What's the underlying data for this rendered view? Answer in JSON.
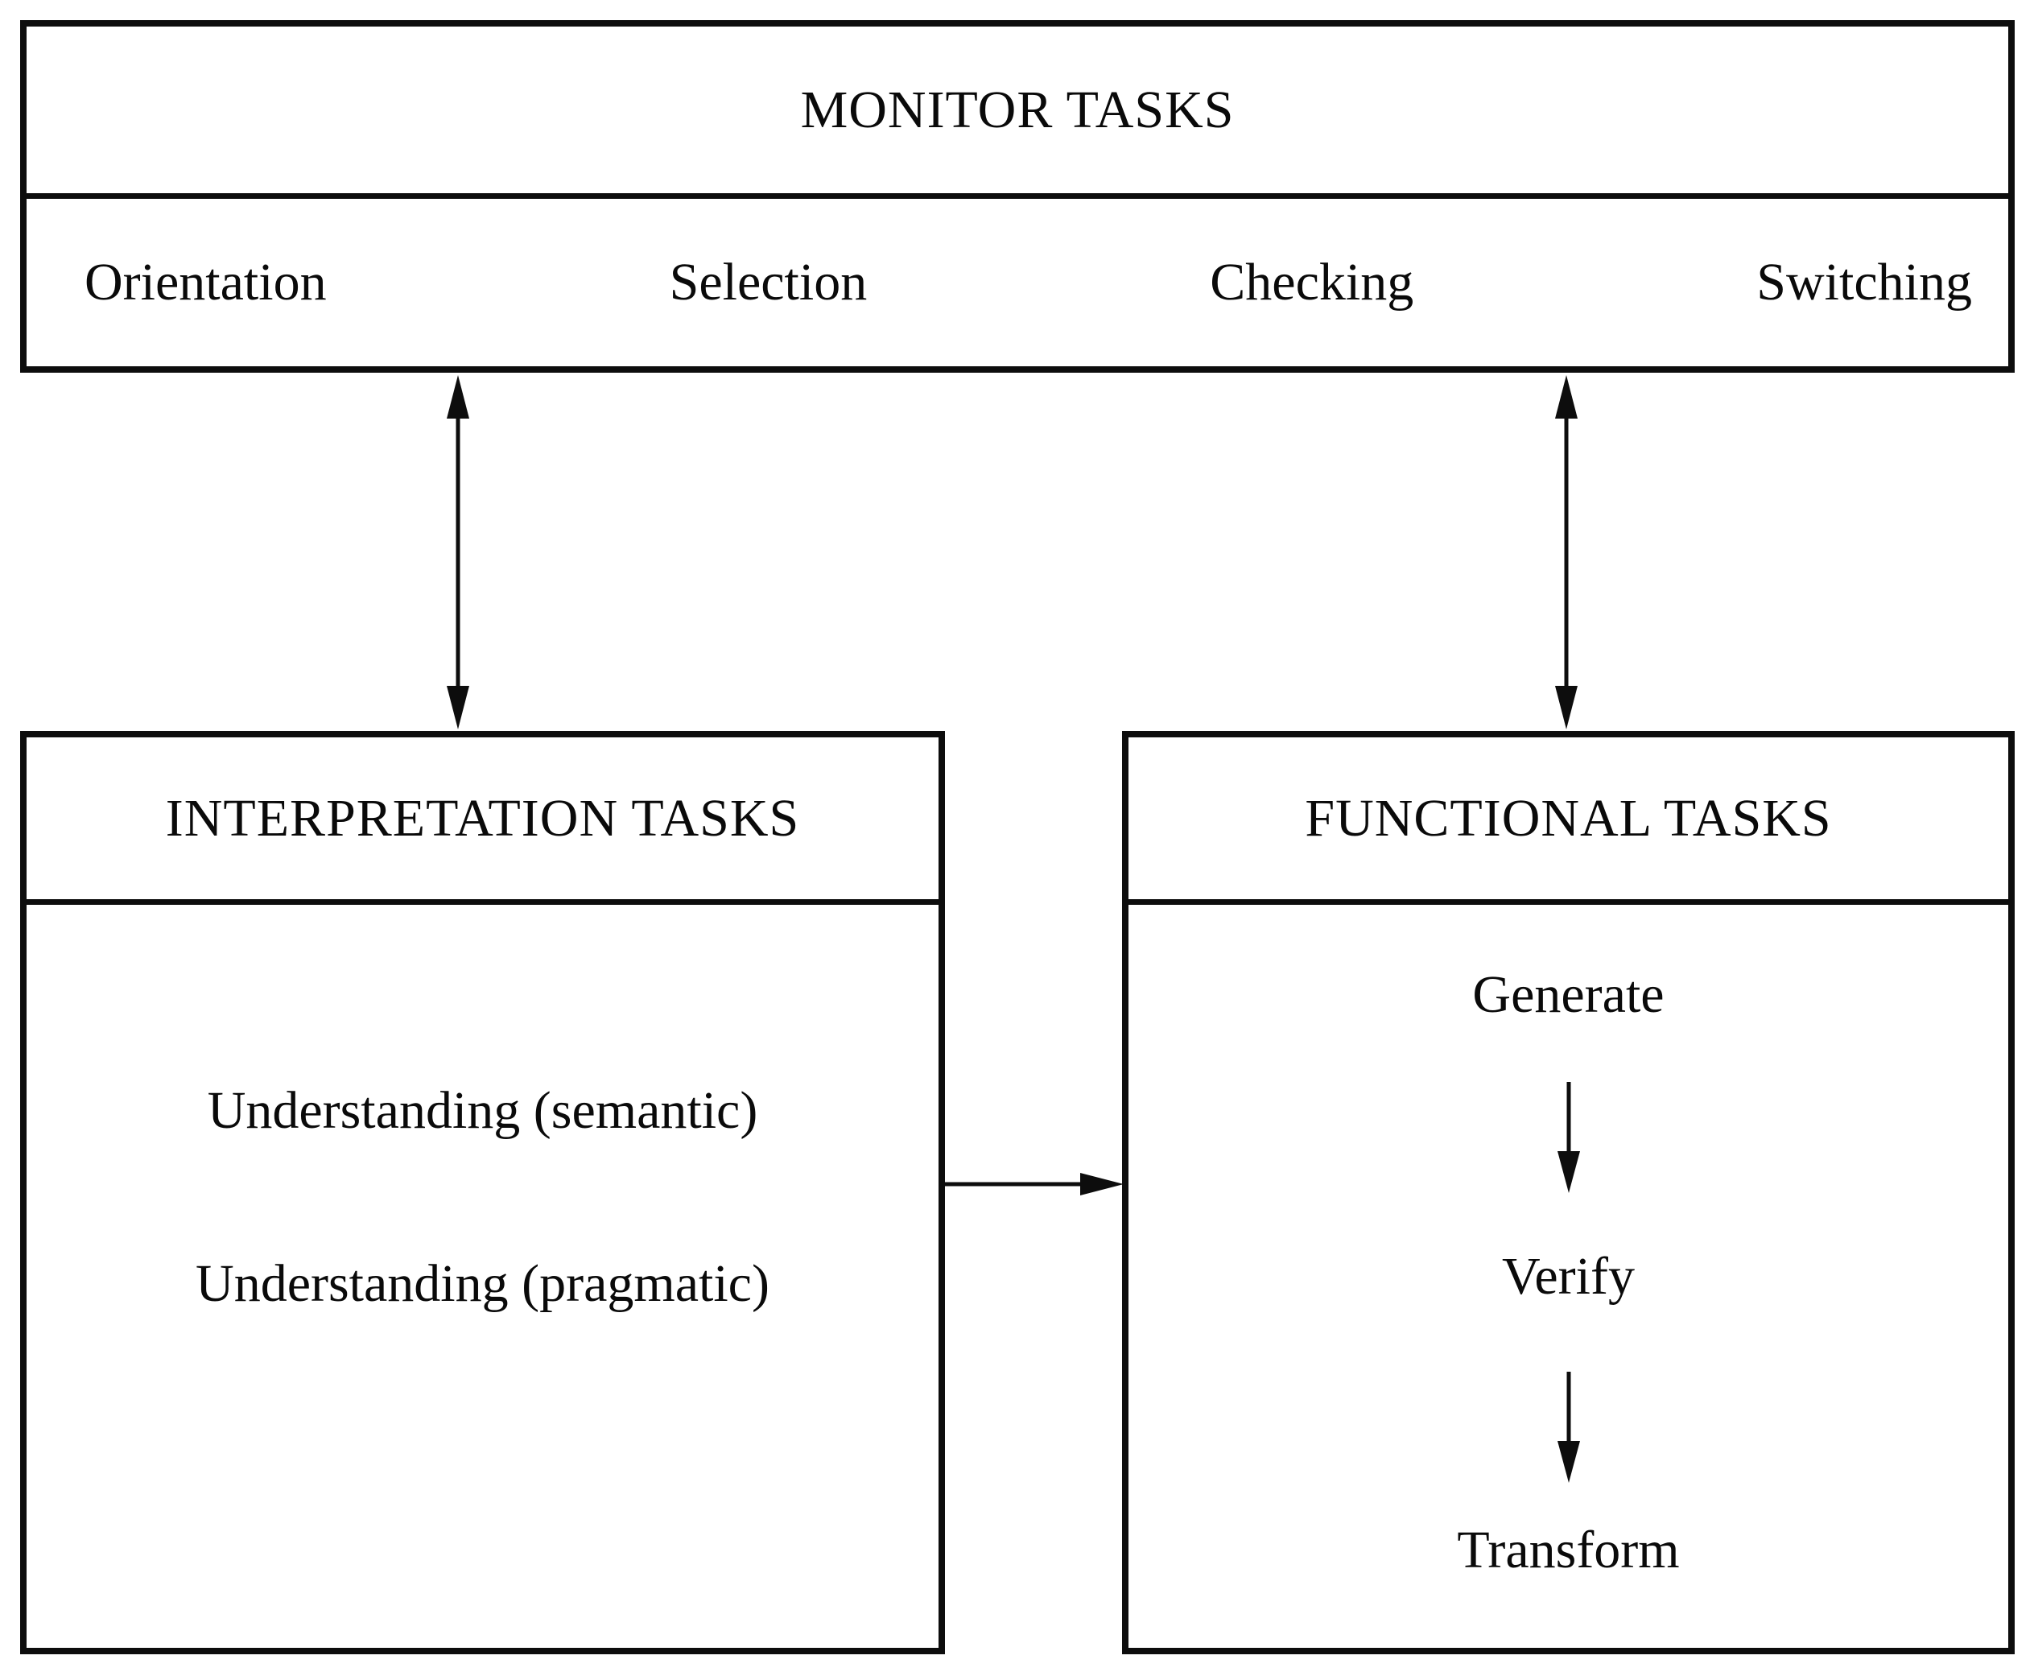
{
  "monitor_box": {
    "title": "MONITOR TASKS",
    "items": [
      "Orientation",
      "Selection",
      "Checking",
      "Switching"
    ]
  },
  "interpretation_box": {
    "title": "INTERPRETATION TASKS",
    "items": [
      "Understanding (semantic)",
      "Understanding (pragmatic)"
    ]
  },
  "functional_box": {
    "title": "FUNCTIONAL TASKS",
    "steps": [
      "Generate",
      "Verify",
      "Transform"
    ]
  },
  "connectors": [
    {
      "id": "monitor-interpretation",
      "type": "double-headed-vertical-arrow"
    },
    {
      "id": "monitor-functional",
      "type": "double-headed-vertical-arrow"
    },
    {
      "id": "interpretation-functional",
      "type": "right-pointing-horizontal-arrow"
    },
    {
      "id": "generate-verify",
      "type": "down-arrow"
    },
    {
      "id": "verify-transform",
      "type": "down-arrow"
    }
  ],
  "colors": {
    "background": "#ffffff",
    "line": "#0d0d0d",
    "text": "#0a0a0a"
  }
}
